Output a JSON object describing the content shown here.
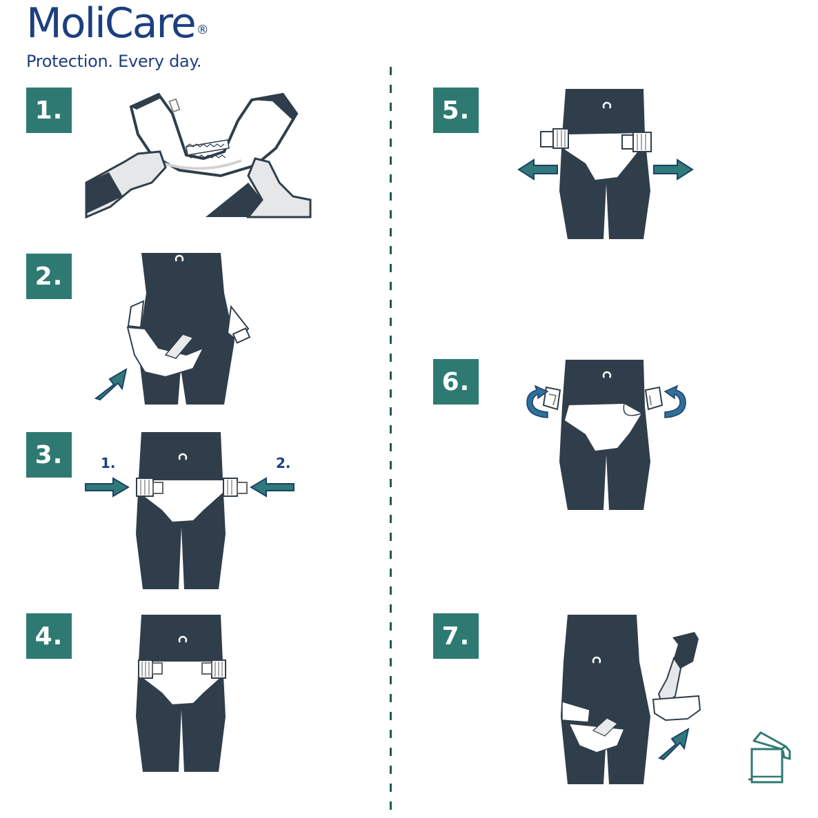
{
  "header": {
    "brand": "MoliCare",
    "registered_mark": "®",
    "tagline": "Protection. Every day."
  },
  "steps": [
    {
      "number": "1.",
      "illustration": "hands-folding-brief"
    },
    {
      "number": "2.",
      "illustration": "brief-positioned-between-legs",
      "arrow": "arrow-up-right"
    },
    {
      "number": "3.",
      "illustration": "fasten-tabs-sequence",
      "sub_labels": [
        "1.",
        "2."
      ],
      "arrows": [
        "arrow-right",
        "arrow-left"
      ]
    },
    {
      "number": "4.",
      "illustration": "brief-fastened-front-view"
    },
    {
      "number": "5.",
      "illustration": "open-tabs-remove",
      "arrows": [
        "arrow-left",
        "arrow-right"
      ]
    },
    {
      "number": "6.",
      "illustration": "roll-tabs-inward",
      "arrows": [
        "curved-arrow-left",
        "curved-arrow-right"
      ]
    },
    {
      "number": "7.",
      "illustration": "remove-brief-dispose",
      "arrow": "arrow-up-right",
      "icon": "trash-bin-icon"
    }
  ],
  "colors": {
    "brand_navy": "#1d3f7f",
    "badge_teal": "#2e7a72",
    "body_dark": "#2f3e4a",
    "arrow_teal": "#2f7a79",
    "arrow_outline": "#1d3f6a"
  }
}
